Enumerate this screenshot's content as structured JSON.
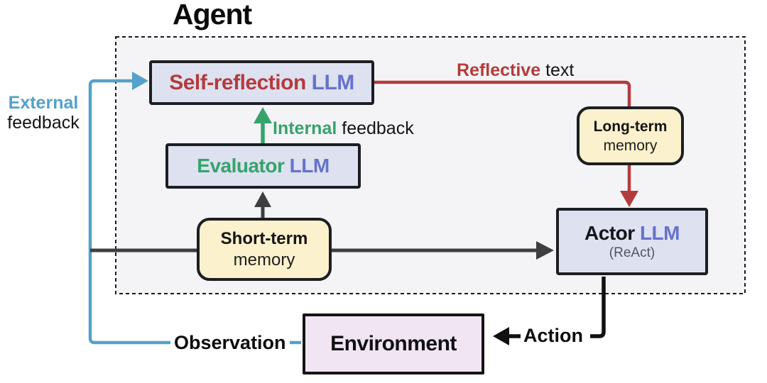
{
  "diagram": {
    "title": "Agent",
    "nodes": {
      "self_reflection_llm": {
        "name": "Self-reflection",
        "type": "LLM"
      },
      "evaluator_llm": {
        "name": "Evaluator",
        "type": "LLM"
      },
      "actor_llm": {
        "name": "Actor",
        "type": "LLM",
        "subtitle": "(ReAct)"
      },
      "short_term_memory": {
        "line1": "Short-term",
        "line2": "memory"
      },
      "long_term_memory": {
        "line1": "Long-term",
        "line2": "memory"
      },
      "environment": {
        "label": "Environment"
      }
    },
    "edge_labels": {
      "external_feedback": {
        "emphasis": "External",
        "rest": "feedback"
      },
      "internal_feedback": {
        "emphasis": "Internal",
        "rest": "feedback"
      },
      "reflective_text": {
        "emphasis": "Reflective",
        "rest": "text"
      },
      "observation": {
        "label": "Observation"
      },
      "action": {
        "label": "Action"
      }
    },
    "colors": {
      "external_blue": "#55a1c9",
      "internal_green": "#36a36b",
      "reflective_red": "#b43b3d",
      "llm_purple": "#6672cc",
      "memory_yellow": "#fbf1cc",
      "llm_box_lavender": "#dde1f0",
      "environment_pink": "#f2e5f3",
      "line_dark_gray": "#3e3e40",
      "line_black": "#111111",
      "agent_background": "#f4f4f6"
    }
  }
}
